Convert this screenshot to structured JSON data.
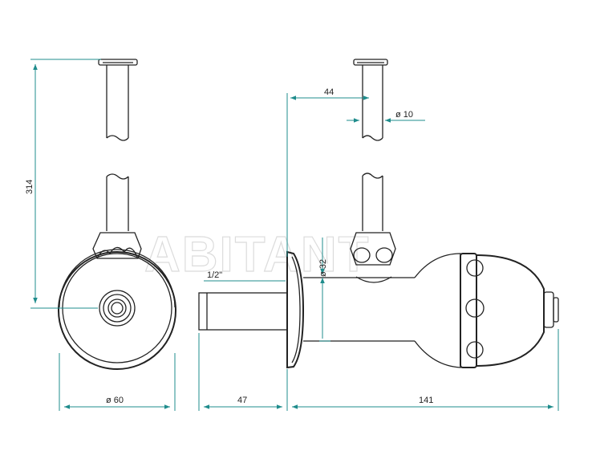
{
  "watermark": "ABITANT",
  "dimensions": {
    "height_total": "314",
    "pipe_offset": "44",
    "pipe_diameter": "ø 10",
    "body_diameter": "ø 32",
    "thread": "1/2\"",
    "rosette_diameter": "ø 60",
    "thread_length": "47",
    "body_length": "141"
  },
  "colors": {
    "dimension_line": "#1f8c8c",
    "part_line": "#222222"
  }
}
